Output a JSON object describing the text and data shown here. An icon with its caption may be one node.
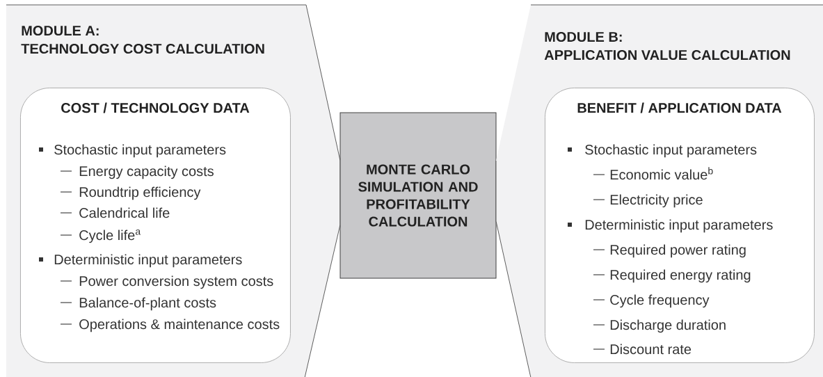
{
  "diagram": {
    "nodes": [
      {
        "text": [
          "MODULE A:",
          "TECHNOLOGY COST CALCULATION"
        ]
      },
      {
        "text": [
          "COST / TECHNOLOGY DATA",
          "Stochastic input parameters",
          "Energy capacity costs",
          "Roundtrip efficiency",
          "Calendrical life",
          "Cycle life$^{a}$",
          "Deterministic input parameters",
          "Power conversion system costs",
          "Balance-of-plant costs",
          "Operations & maintenance costs"
        ],
        "in": 0
      },
      {
        "text": [
          "MONTE CARLO SIMULATION AND PROFITABILITY CALCULATION"
        ]
      },
      {
        "text": [
          "MODULE B:",
          "APPLICATION VALUE CALCULATION"
        ]
      },
      {
        "text": [
          "BENEFIT / APPLICATION DATA",
          "Stochastic input parameters",
          "Economic value$^{b}$",
          "Electricity price",
          "Deterministic input parameters",
          "Required power rating",
          "Required energy rating",
          "Cycle frequency",
          "Discharge duration",
          "Discount rate"
        ],
        "in": 3
      }
    ]
  }
}
